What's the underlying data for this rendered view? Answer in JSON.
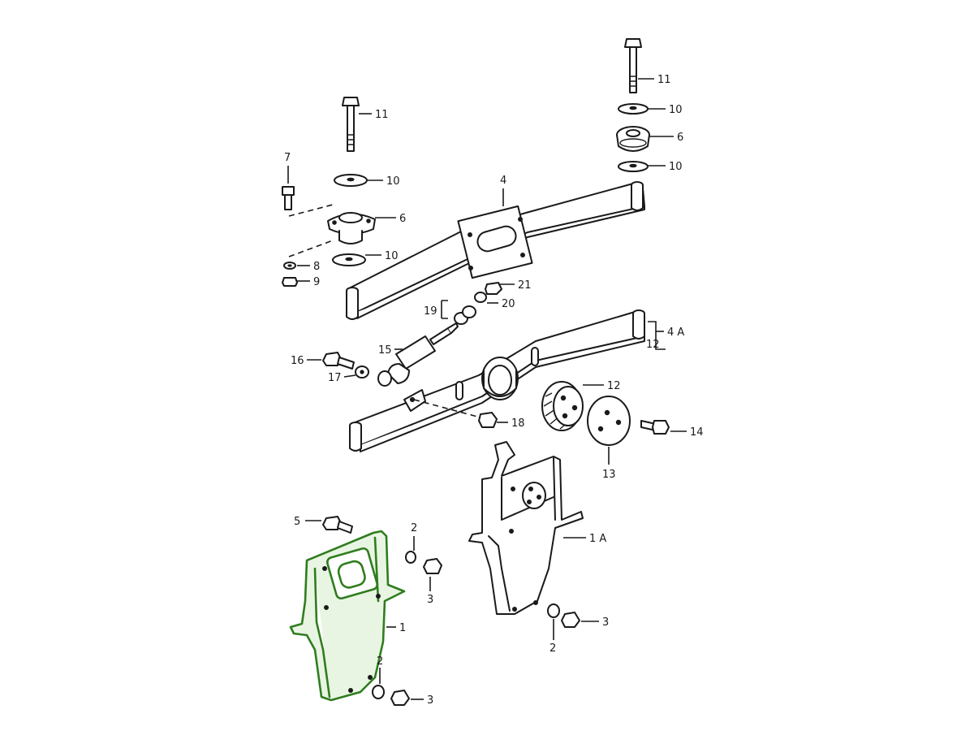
{
  "diagram": {
    "callouts": [
      {
        "id": "c11a",
        "text": "11"
      },
      {
        "id": "c11b",
        "text": "11"
      },
      {
        "id": "c10a",
        "text": "10"
      },
      {
        "id": "c10b",
        "text": "10"
      },
      {
        "id": "c10c",
        "text": "10"
      },
      {
        "id": "c10d",
        "text": "10"
      },
      {
        "id": "c6a",
        "text": "6"
      },
      {
        "id": "c6b",
        "text": "6"
      },
      {
        "id": "c7",
        "text": "7"
      },
      {
        "id": "c4",
        "text": "4"
      },
      {
        "id": "c8",
        "text": "8"
      },
      {
        "id": "c9",
        "text": "9"
      },
      {
        "id": "c21",
        "text": "21"
      },
      {
        "id": "c20",
        "text": "20"
      },
      {
        "id": "c19",
        "text": "19"
      },
      {
        "id": "c4A",
        "text": "4 A"
      },
      {
        "id": "c12a",
        "text": "12"
      },
      {
        "id": "c12b",
        "text": "12"
      },
      {
        "id": "c15",
        "text": "15"
      },
      {
        "id": "c16",
        "text": "16"
      },
      {
        "id": "c17",
        "text": "17"
      },
      {
        "id": "c18",
        "text": "18"
      },
      {
        "id": "c13",
        "text": "13"
      },
      {
        "id": "c14",
        "text": "14"
      },
      {
        "id": "c5",
        "text": "5"
      },
      {
        "id": "c2a",
        "text": "2"
      },
      {
        "id": "c3a",
        "text": "3"
      },
      {
        "id": "c1",
        "text": "1"
      },
      {
        "id": "c2b",
        "text": "2"
      },
      {
        "id": "c3b",
        "text": "3"
      },
      {
        "id": "c1A",
        "text": "1 A"
      },
      {
        "id": "c2c",
        "text": "2"
      },
      {
        "id": "c3c",
        "text": "3"
      }
    ],
    "colors": {
      "line": "#1a1a1a",
      "highlight": "#2f7d1e",
      "highlight_fill": "#e9f5e3",
      "background": "#ffffff"
    }
  }
}
